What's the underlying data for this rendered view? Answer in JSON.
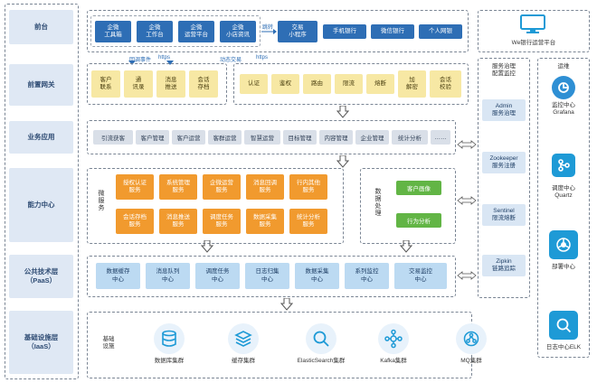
{
  "layers": [
    "前台",
    "前置网关",
    "业务应用",
    "能力中心",
    "公共技术层\n（PaaS）",
    "基础设施层\n（IaaS）"
  ],
  "frontend": {
    "wecom_apps": [
      "企微\n工具箱",
      "企微\n工作台",
      "企微\n运营平台",
      "企微\n小店资讯"
    ],
    "redirect_label": "跳转",
    "mini_apps": [
      "交易\n小程序",
      "手机银行",
      "微信银行",
      "个人网银"
    ],
    "platform_label": "We银行运营平台"
  },
  "gateway": {
    "callback_label": "回调事件",
    "https_label_1": "https",
    "dynamic_label": "动态交易",
    "https_label_2": "https",
    "left_items": [
      "客户\n联系",
      "通\n讯录",
      "消息\n推送",
      "会话\n存档"
    ],
    "right_items": [
      "认证",
      "鉴权",
      "路由",
      "限流",
      "熔断",
      "加\n解密",
      "会话\n校验"
    ]
  },
  "business": {
    "items": [
      "引流获客",
      "客户管理",
      "客户运营",
      "客群运营",
      "智慧运营",
      "目标管理",
      "内容管理",
      "企业管理",
      "统计分析",
      "……"
    ]
  },
  "capability": {
    "micro_label": "微服务",
    "micro_items": [
      "授权认证\n服务",
      "系统管理\n服务",
      "企微运营\n服务",
      "消息回调\n服务",
      "行内其他\n服务",
      "会话存档\n服务",
      "消息推送\n服务",
      "调度任务\n服务",
      "数据采集\n服务",
      "统计分析\n服务"
    ],
    "data_label": "数据处理",
    "data_items": [
      "客户画像",
      "行为分析"
    ]
  },
  "paas": {
    "items": [
      "数据缓存\n中心",
      "消息队列\n中心",
      "调度任务\n中心",
      "日志归集\n中心",
      "数据采集\n中心",
      "系列监控\n中心",
      "交易监控\n中心"
    ]
  },
  "iaas": {
    "label": "基础\n设施",
    "items": [
      "数据库集群",
      "缓存集群",
      "ElasticSearch集群",
      "Kafka集群",
      "MQ集群"
    ],
    "icons": [
      "database-icon",
      "cache-icon",
      "elasticsearch-icon",
      "kafka-icon",
      "mq-icon"
    ]
  },
  "governance": {
    "title": "服务治理\n配置监控",
    "items": [
      "Admin\n服务治理",
      "Zookeeper\n服务注册",
      "Sentinel\n限流熔断",
      "Zipkin\n链路追踪"
    ]
  },
  "ops": {
    "title": "运维",
    "items": [
      "监控中心\nGrafana",
      "调度中心\nQuartz",
      "部署中心",
      "日志中心ELK"
    ],
    "icons": [
      "grafana-icon",
      "quartz-icon",
      "deploy-icon",
      "log-icon"
    ]
  }
}
